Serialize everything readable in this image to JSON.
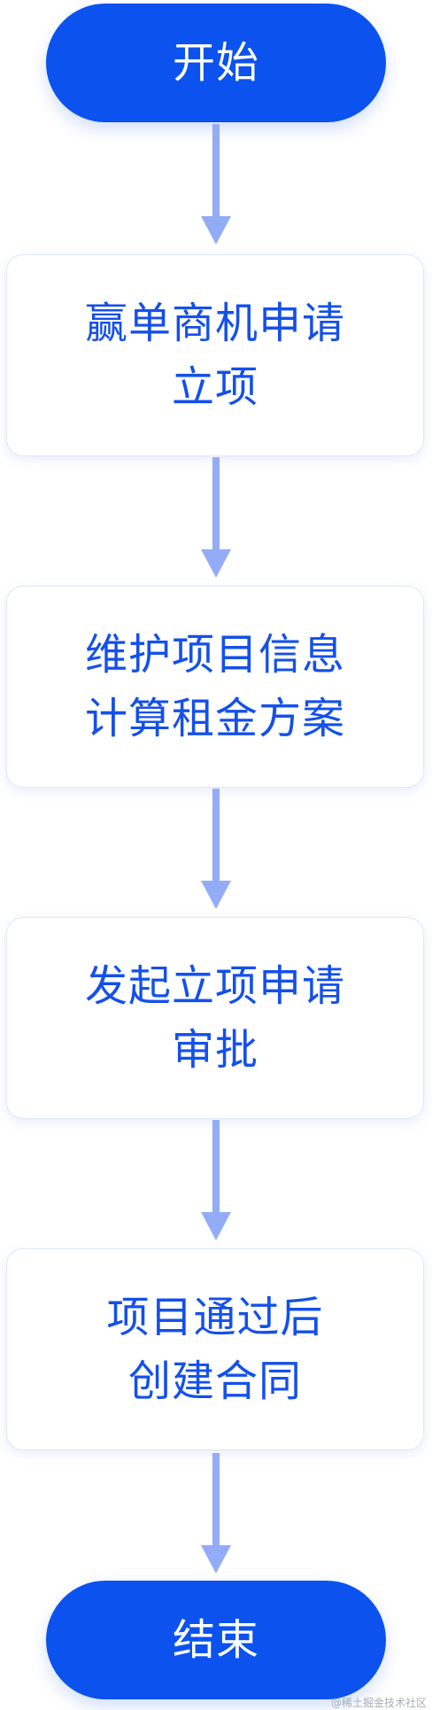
{
  "flowchart": {
    "start": "开始",
    "steps": [
      {
        "line1": "赢单商机申请",
        "line2": "立项"
      },
      {
        "line1": "维护项目信息",
        "line2": "计算租金方案"
      },
      {
        "line1": "发起立项申请",
        "line2": "审批"
      },
      {
        "line1": "项目通过后",
        "line2": "创建合同"
      }
    ],
    "end": "结束"
  },
  "watermark": "@稀土掘金技术社区",
  "colors": {
    "terminal_fill": "#0b52ef",
    "step_text": "#1450ea",
    "arrow": "#93acf8",
    "step_border": "#dce4f5"
  }
}
